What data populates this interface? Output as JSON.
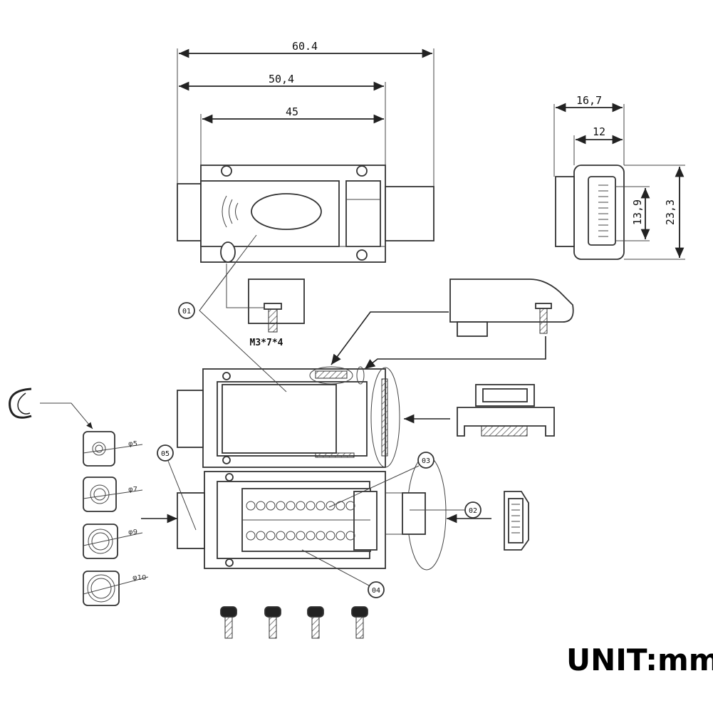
{
  "dimensions": {
    "overall_length": "60.4",
    "body_length": "50,4",
    "inner_length": "45",
    "side_depth": "16,7",
    "side_inner_depth": "12",
    "side_height": "23,3",
    "side_inner_height": "13,9"
  },
  "screw_label": "M3*7*4",
  "callouts": [
    "01",
    "02",
    "03",
    "04",
    "05"
  ],
  "adapter_labels": [
    "φ5",
    "φ7",
    "φ9",
    "φ10"
  ],
  "unit_label": "UNIT:mm"
}
